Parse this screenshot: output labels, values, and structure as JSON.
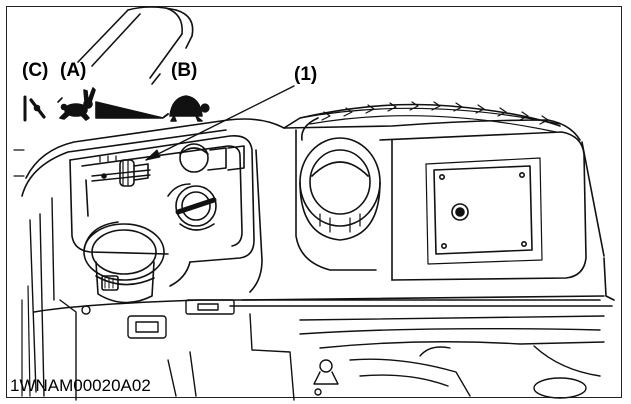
{
  "labels": {
    "c": "(C)",
    "a": "(A)",
    "b": "(B)",
    "part_1": "(1)"
  },
  "figure_id": "1WNAM00020A02",
  "icons": {
    "c": "choke-icon",
    "a": "rabbit-fast-icon",
    "ramp": "throttle-ramp-icon",
    "b": "turtle-slow-icon"
  },
  "colors": {
    "ink": "#000000",
    "paper": "#ffffff"
  }
}
